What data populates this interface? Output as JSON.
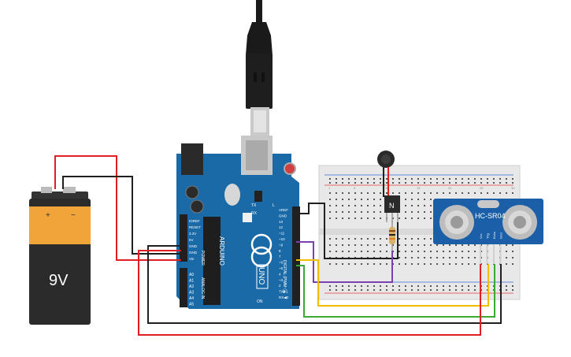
{
  "battery": {
    "label": "9V",
    "plus_symbol": "+",
    "minus_symbol": "−",
    "colors": {
      "body": "#2b2b2b",
      "top_band": "#f0a43a",
      "cap": "#3a3a3a"
    }
  },
  "arduino": {
    "brand": "ARDUINO",
    "model": "UNO",
    "tx_label": "TX",
    "rx_label": "RX",
    "l_label": "L",
    "on_label": "ON",
    "power_header_label": "POWER",
    "analog_header_label": "ANALOG IN",
    "digital_header_label": "DIGITAL (PWM~)",
    "power_pins": [
      "IOREF",
      "RESET",
      "3.3V",
      "5V",
      "GND",
      "GND",
      "Vin"
    ],
    "analog_pins": [
      "A0",
      "A1",
      "A2",
      "A3",
      "A4",
      "A5"
    ],
    "digital_pins": [
      "AREF",
      "GND",
      "13",
      "12",
      "~11",
      "~10",
      "~9",
      "8",
      "7",
      "~6",
      "~5",
      "4",
      "~3",
      "2",
      "TX▶1",
      "RX◀0"
    ],
    "color": "#1a6aa8"
  },
  "transistor": {
    "label": "N"
  },
  "sensor": {
    "label": "HC-SR04",
    "pins": [
      "Vcc",
      "Trig",
      "Echo",
      "Gnd"
    ],
    "color": "#1b5fa8"
  },
  "breadboard": {
    "row_numbers_top": [
      "1",
      "5",
      "10",
      "15",
      "20",
      "25",
      "30"
    ],
    "color": "#e8e8e8"
  },
  "wires": {
    "colors": {
      "red": "#e02020",
      "black": "#202020",
      "purple": "#7a3fb0",
      "yellow": "#f0c000",
      "green": "#3aaa35"
    }
  }
}
